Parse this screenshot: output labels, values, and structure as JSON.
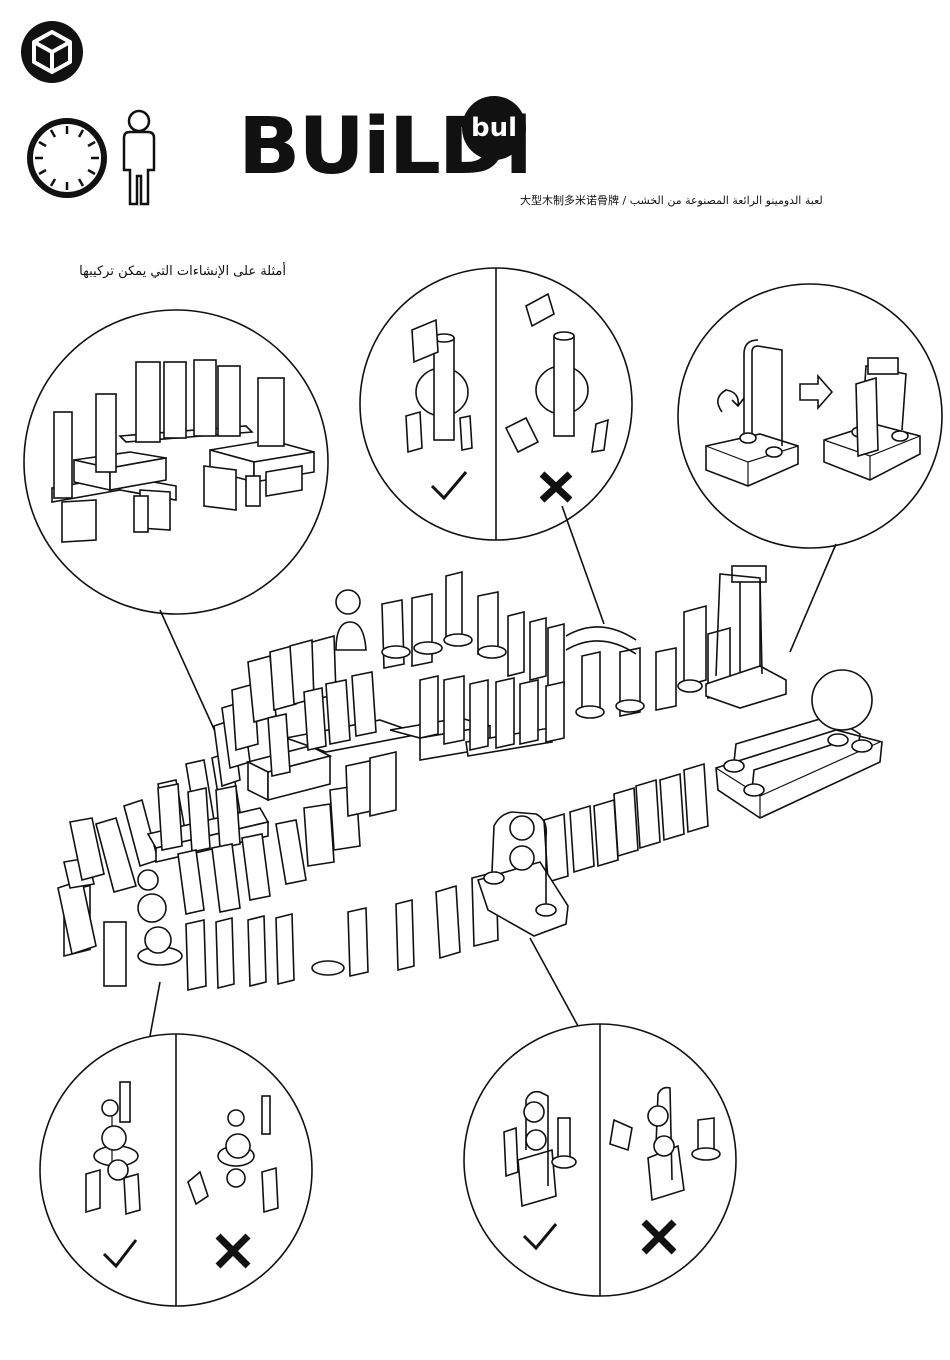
{
  "header": {
    "brand_name": "BUiLDi",
    "brand_badge": "bul",
    "subtitle": "大型木制多米诺骨牌 / لعبة الدومينو الرائعة المصنوعة من الخشب"
  },
  "icons": [
    "cube-icon",
    "clock-icon",
    "person-icon"
  ],
  "caption": "أمثلة على الإنشاءات التي يمكن تركيبها",
  "callouts": [
    {
      "name": "tower-structure-callout"
    },
    {
      "name": "column-placement-callout",
      "marks": [
        "check-mark-icon",
        "cross-mark-icon"
      ]
    },
    {
      "name": "bridge-rotation-callout"
    },
    {
      "name": "ball-stand-callout",
      "marks": [
        "check-mark-icon",
        "cross-mark-icon"
      ]
    },
    {
      "name": "double-ball-stand-callout",
      "marks": [
        "check-mark-icon",
        "cross-mark-icon"
      ]
    }
  ]
}
